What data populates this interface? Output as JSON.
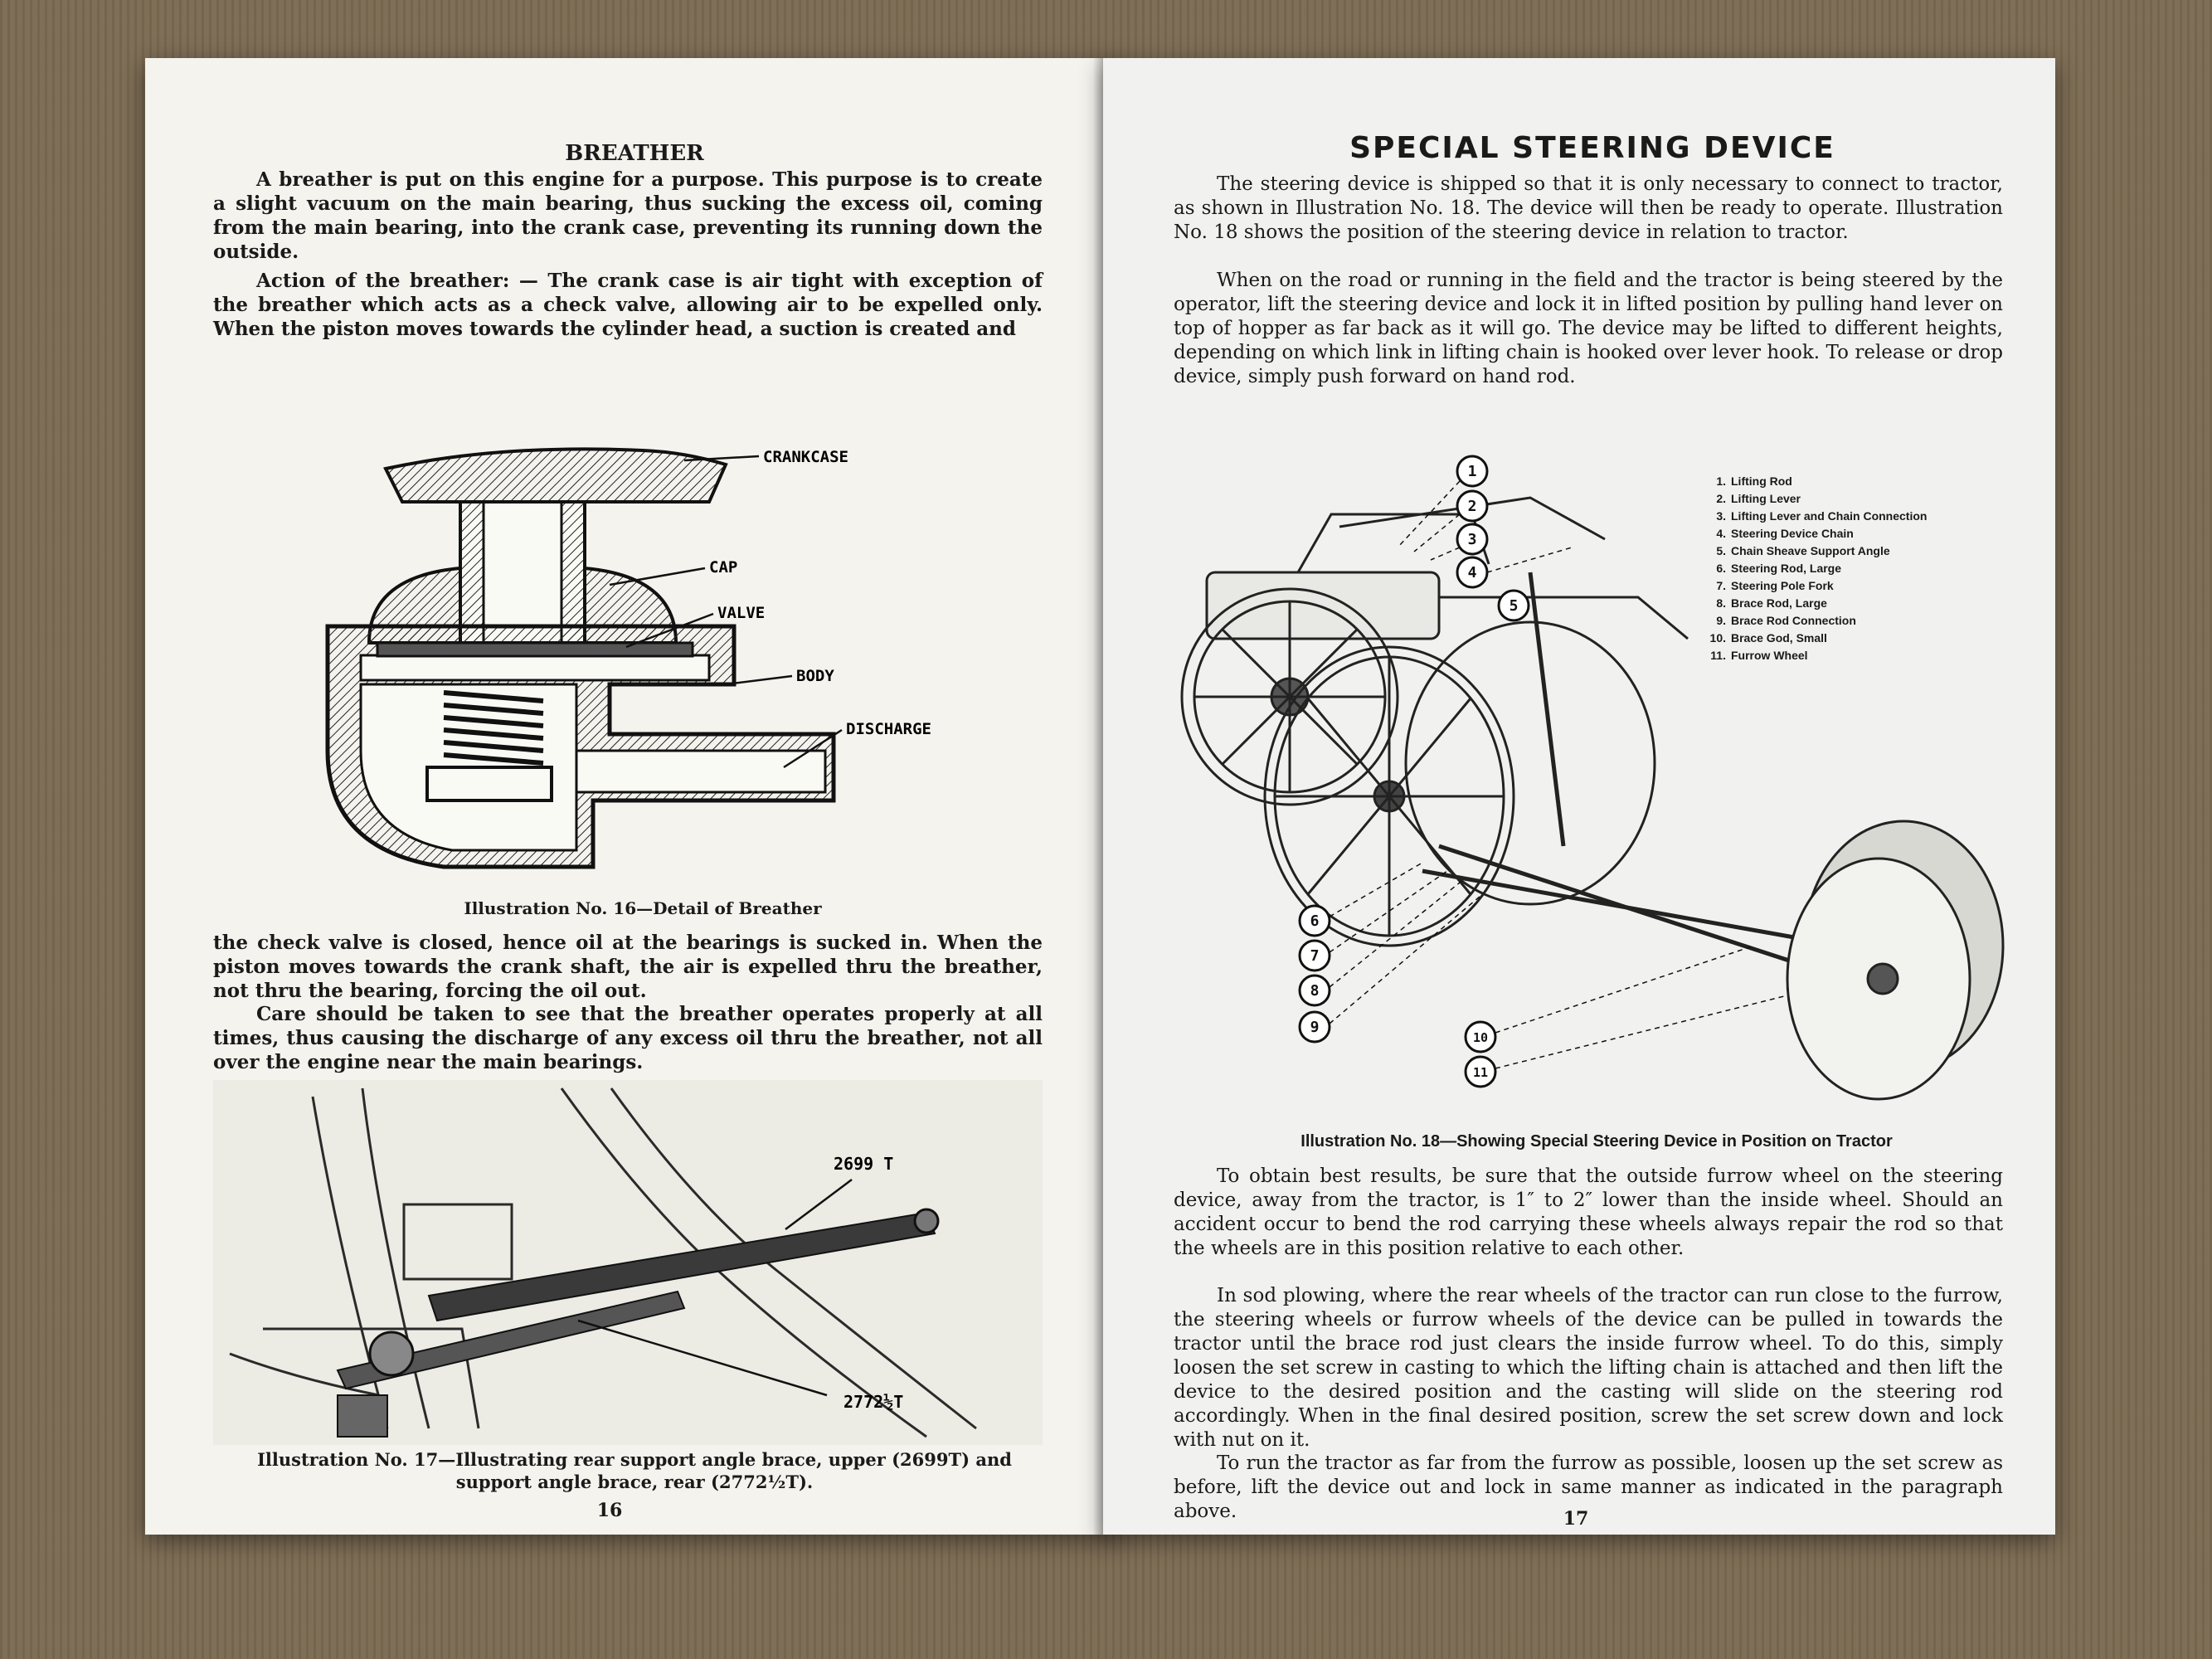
{
  "left_page": {
    "heading": "BREATHER",
    "para1": "A breather is put on this engine for a purpose. This purpose is to create a slight vacuum on the main bearing, thus sucking the excess oil, coming from the main bearing, into the crank case, preventing its running down the outside.",
    "para2_lead": "Action of the breather: —",
    "para2": "The crank case is air tight with exception of the breather which acts as a check valve, allowing air to be expelled only. When the piston moves towards the cylinder head, a suction is created and",
    "fig16": {
      "labels": {
        "crankcase": "CRANKCASE",
        "cap": "CAP",
        "valve": "VALVE",
        "body": "BODY",
        "discharge": "DISCHARGE"
      },
      "caption": "Illustration No. 16—Detail of Breather"
    },
    "para3": "the check valve is closed, hence oil at the bearings is sucked in. When the piston moves towards the crank shaft, the air is expelled thru the breather, not thru the bearing, forcing the oil out.",
    "para4": "Care should be taken to see that the breather operates properly at all times, thus causing the discharge of any excess oil thru the breather, not all over the engine near the main bearings.",
    "fig17": {
      "label_upper": "2699 T",
      "label_rear": "2772½T",
      "caption": "Illustration No. 17—Illustrating rear support angle brace, upper (2699T) and support angle brace, rear (2772½T)."
    },
    "page_number": "16"
  },
  "right_page": {
    "heading": "SPECIAL STEERING DEVICE",
    "para1": "The steering device is shipped so that it is only necessary to connect to tractor, as shown in Illustration No. 18. The device will then be ready to operate. Illustration No. 18 shows the position of the steering device in relation to tractor.",
    "para2": "When on the road or running in the field and the tractor is being steered by the operator, lift the steering device and lock it in lifted position by pulling hand lever on top of hopper as far back as it will go. The device may be lifted to different heights, depending on which link in lifting chain is hooked over lever hook. To release or drop device, simply push forward on hand rod.",
    "fig18": {
      "callouts": [
        "1",
        "2",
        "3",
        "4",
        "5",
        "6",
        "7",
        "8",
        "9",
        "10",
        "11"
      ],
      "legend": [
        {
          "num": "1.",
          "text": "Lifting Rod"
        },
        {
          "num": "2.",
          "text": "Lifting Lever"
        },
        {
          "num": "3.",
          "text": "Lifting Lever and Chain Connection"
        },
        {
          "num": "4.",
          "text": "Steering Device Chain"
        },
        {
          "num": "5.",
          "text": "Chain Sheave Support Angle"
        },
        {
          "num": "6.",
          "text": "Steering Rod, Large"
        },
        {
          "num": "7.",
          "text": "Steering Pole Fork"
        },
        {
          "num": "8.",
          "text": "Brace Rod, Large"
        },
        {
          "num": "9.",
          "text": "Brace Rod Connection"
        },
        {
          "num": "10.",
          "text": "Brace God, Small"
        },
        {
          "num": "11.",
          "text": "Furrow Wheel"
        }
      ],
      "caption": "Illustration No. 18—Showing Special Steering Device in Position on Tractor"
    },
    "para3": "To obtain best results, be sure that the outside furrow wheel on the steering device, away from the tractor, is 1″ to 2″ lower than the inside wheel. Should an accident occur to bend the rod carrying these wheels always repair the rod so that the wheels are in this position relative to each other.",
    "para4": "In sod plowing, where the rear wheels of the tractor can run close to the furrow, the steering wheels or furrow wheels of the device can be pulled in towards the tractor until the brace rod just clears the inside furrow wheel. To do this, simply loosen the set screw in casting to which the lifting chain is attached and then lift the device to the desired position and the casting will slide on the steering rod accordingly. When in the final desired position, screw the set screw down and lock with nut on it.",
    "para5": "To run the tractor as far from the furrow as possible, loosen up the set screw as before, lift the device out and lock in same manner as indicated in the paragraph above.",
    "page_number": "17"
  }
}
